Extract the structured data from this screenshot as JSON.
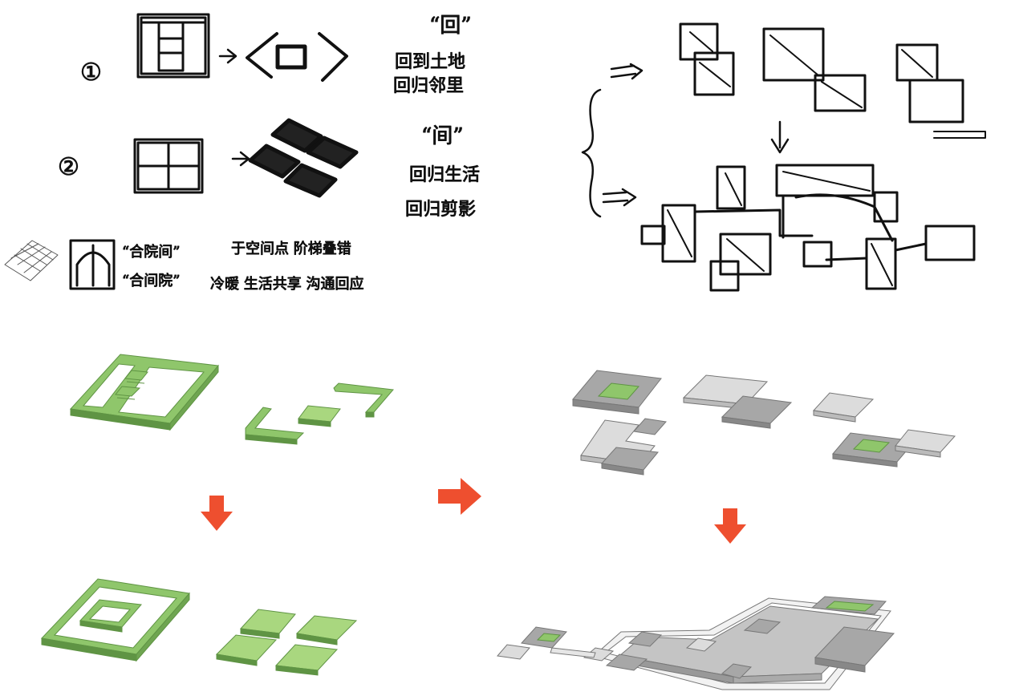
{
  "sketch": {
    "num1": "①",
    "num2": "②",
    "note1_title": "“回”",
    "note1_line1": "回到土地",
    "note1_line2": "回归邻里",
    "note2_title": "“间”",
    "note2_line1": "回归生活",
    "note2_line2": "回归剪影",
    "note3_line1": "“合院间”",
    "note3_line2": "“合间院”",
    "note3_text1": "于空间点  阶梯叠错",
    "note3_text2": "冷暖  生活共享  沟通回应"
  },
  "colors": {
    "green": "#8fc66b",
    "green_light": "#a9d77f",
    "green_dark": "#5f9444",
    "gray_light": "#dcdcdc",
    "gray_mid": "#a7a7a7",
    "gray_dark": "#7a7a7a",
    "arrow": "#ee4f2f",
    "ink": "#111111"
  }
}
